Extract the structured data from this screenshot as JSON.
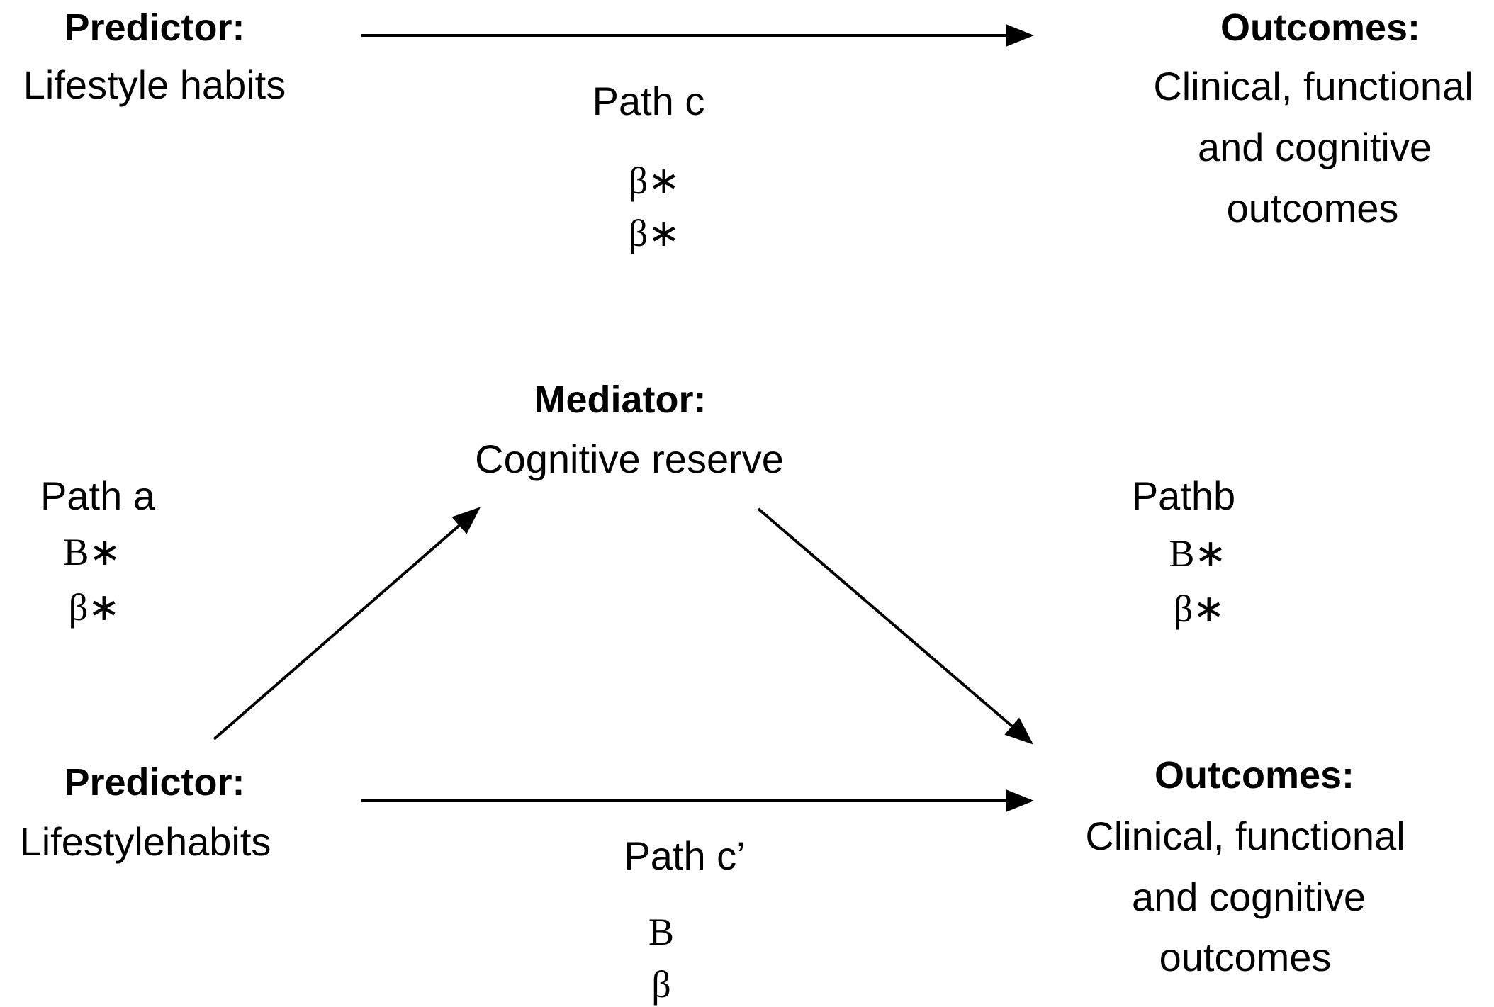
{
  "top": {
    "predictor_heading": "Predictor:",
    "predictor_text": "Lifestyle habits",
    "outcomes_heading": "Outcomes:",
    "outcomes_line1": "Clinical, functional",
    "outcomes_line2": "and cognitive",
    "outcomes_line3": "outcomes",
    "path_label": "Path c",
    "coef1": "β∗",
    "coef2": "β∗"
  },
  "mediator": {
    "heading": "Mediator:",
    "text": "Cognitive reserve"
  },
  "path_a": {
    "label": "Path a",
    "coef1": "B∗",
    "coef2": "β∗"
  },
  "path_b": {
    "label": "Pathb",
    "coef1": "B∗",
    "coef2": "β∗"
  },
  "bottom": {
    "predictor_heading": "Predictor:",
    "predictor_text": "Lifestylehabits",
    "outcomes_heading": "Outcomes:",
    "outcomes_line1": "Clinical, functional",
    "outcomes_line2": "and cognitive",
    "outcomes_line3": "outcomes",
    "path_label": "Path c’",
    "coef1": "B",
    "coef2": "β"
  }
}
